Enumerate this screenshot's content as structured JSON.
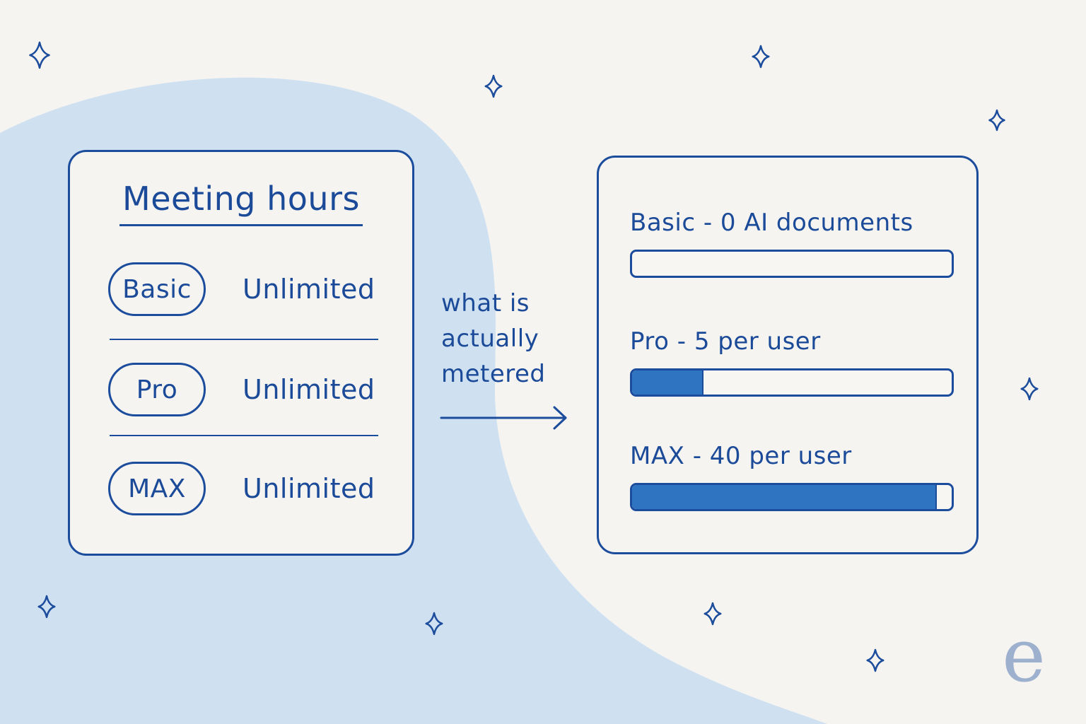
{
  "colors": {
    "background": "#f5f4f1",
    "blob": "#cfe1f1",
    "ink": "#1c4c9c",
    "fill": "#2f74c0",
    "logo": "#9db0cd"
  },
  "left_card": {
    "title": "Meeting hours",
    "plans": [
      {
        "name": "Basic",
        "value": "Unlimited"
      },
      {
        "name": "Pro",
        "value": "Unlimited"
      },
      {
        "name": "MAX",
        "value": "Unlimited"
      }
    ]
  },
  "connector": {
    "lines": [
      "what is",
      "actually",
      "metered"
    ],
    "icon": "arrow-right-icon"
  },
  "right_card": {
    "meters": [
      {
        "label": "Basic - 0 AI documents",
        "fill_percent": 0
      },
      {
        "label": "Pro - 5 per user",
        "fill_percent": 22
      },
      {
        "label": "MAX - 40 per user",
        "fill_percent": 95
      }
    ]
  },
  "decorations": {
    "icon": "sparkle-icon"
  },
  "logo": {
    "text": "e"
  }
}
